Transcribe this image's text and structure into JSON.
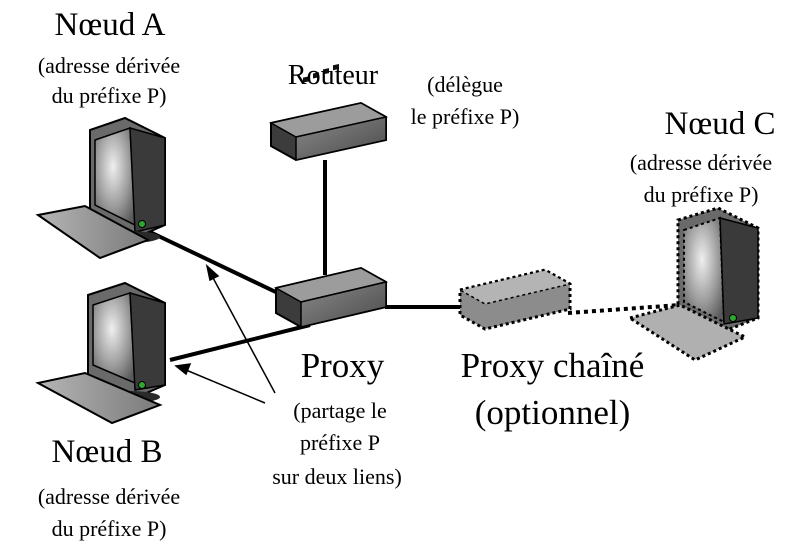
{
  "nodes": {
    "node_a": {
      "title": "Nœud A",
      "note_line1": "(adresse dérivée",
      "note_line2": "du préfixe P)"
    },
    "node_b": {
      "title": "Nœud B",
      "note_line1": "(adresse dérivée",
      "note_line2": "du préfixe P)"
    },
    "node_c": {
      "title": "Nœud C",
      "note_line1": "(adresse dérivée",
      "note_line2": "du préfixe P)"
    }
  },
  "router": {
    "title": "Routeur",
    "note_line1": "(délègue",
    "note_line2": "le préfixe P)"
  },
  "proxy": {
    "title": "Proxy",
    "note_line1": "(partage le",
    "note_line2": "préfixe P",
    "note_line3": "sur deux liens)"
  },
  "chained_proxy": {
    "title_line1": "Proxy chaîné",
    "title_line2": "(optionnel)"
  },
  "colors": {
    "line": "#000000",
    "device_fill": "#6f6f6f",
    "device_dark": "#2a2a2a",
    "screen_glow": "#e8e8e8",
    "led": "#2ea82e"
  }
}
